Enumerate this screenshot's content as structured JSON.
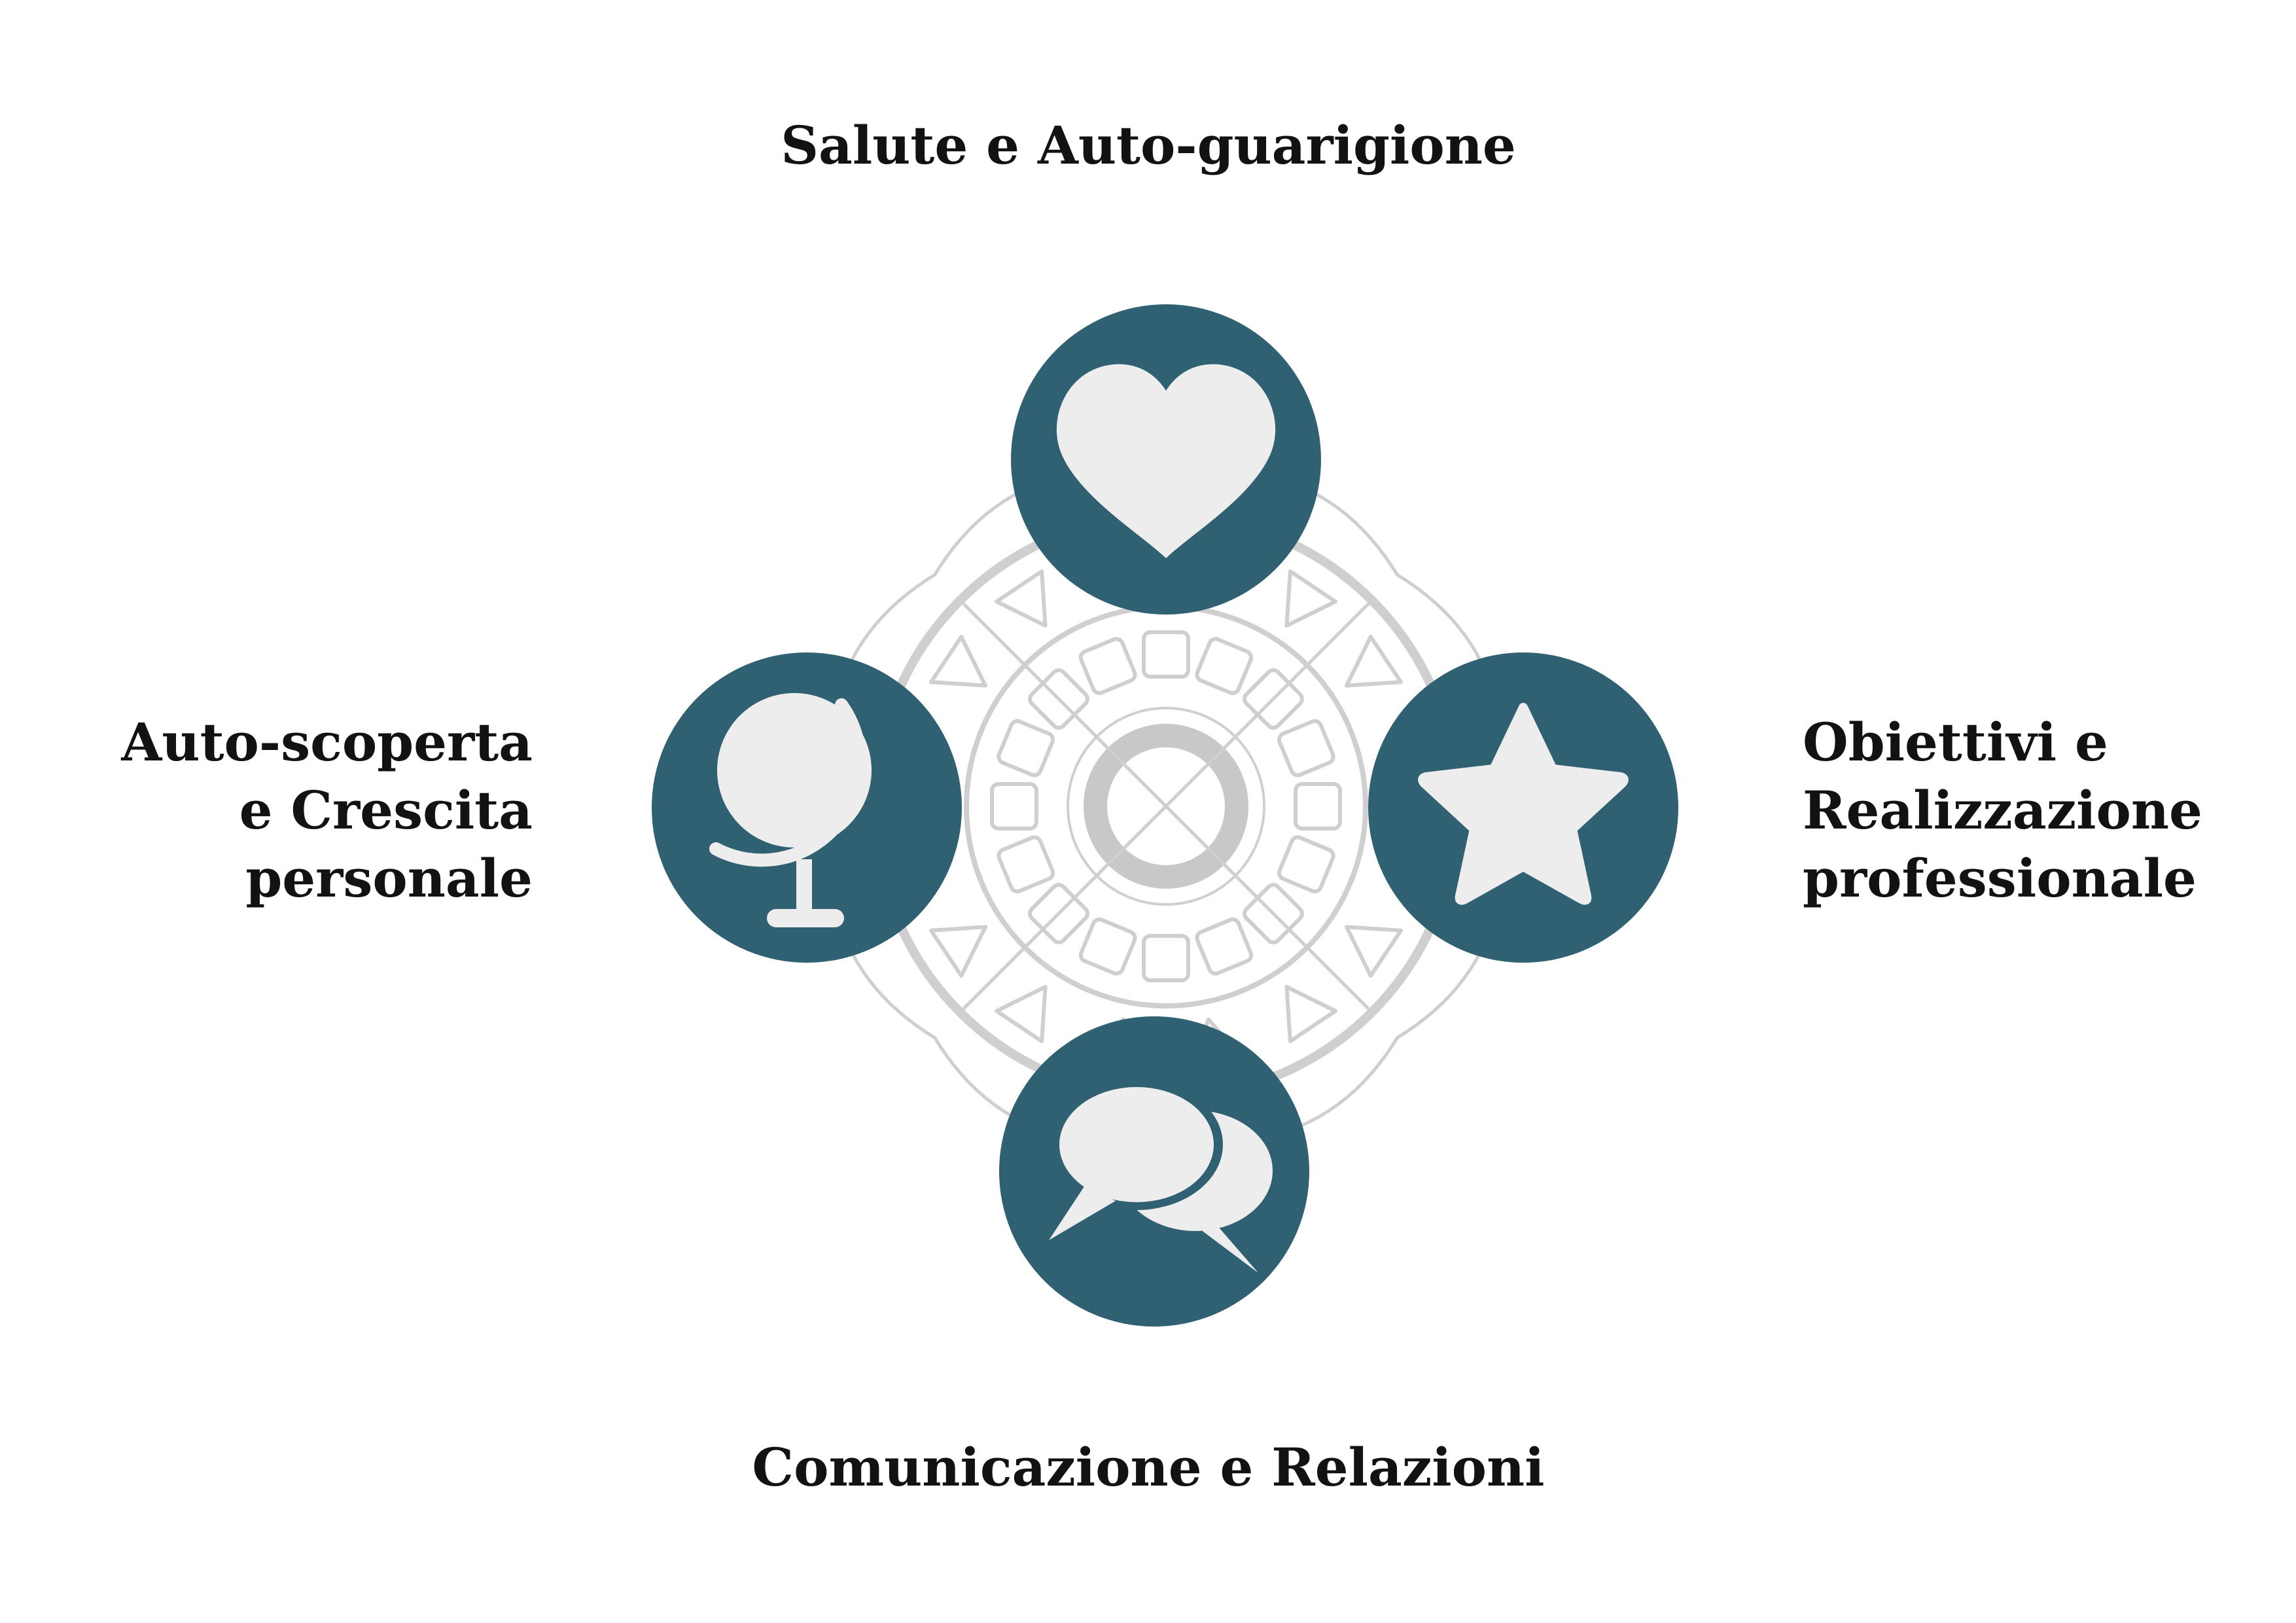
{
  "diagram": {
    "type": "four-quadrant radial",
    "colors": {
      "node_fill": "#2f6173",
      "icon_fill": "#ededed",
      "mandala_stroke": "#cfcfcf",
      "text": "#121212",
      "background": "#ffffff"
    },
    "nodes": [
      {
        "id": "top",
        "icon": "heart-icon",
        "label_lines": [
          "Salute e Auto-guarigione"
        ]
      },
      {
        "id": "left",
        "icon": "globe-icon",
        "label_lines": [
          "Auto-scoperta",
          "e Crescita",
          "personale"
        ]
      },
      {
        "id": "right",
        "icon": "star-icon",
        "label_lines": [
          "Obiettivi e",
          "Realizzazione",
          "professionale"
        ]
      },
      {
        "id": "bottom",
        "icon": "chat-bubbles-icon",
        "label_lines": [
          "Comunicazione e Relazioni"
        ]
      }
    ]
  }
}
